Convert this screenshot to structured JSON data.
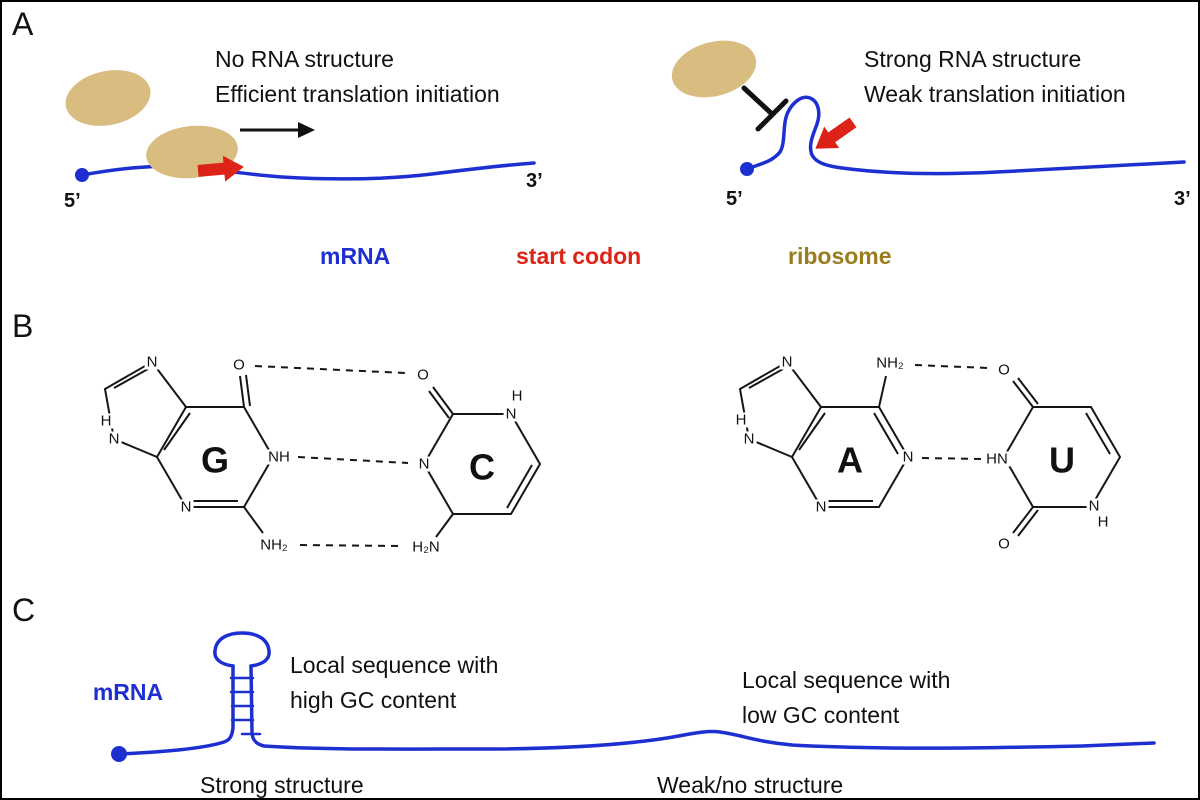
{
  "colors": {
    "mrna_blue": "#1d2fd0",
    "start_codon_red": "#dd2318",
    "ribosome_tan": "#d9bd80",
    "ribosome_label_olive": "#9a7d1e",
    "ink": "#111111"
  },
  "panelA": {
    "label": "A",
    "left": {
      "caption_line1": "No RNA structure",
      "caption_line2": "Efficient translation initiation",
      "five_prime": "5’",
      "three_prime": "3’"
    },
    "right": {
      "caption_line1": "Strong RNA structure",
      "caption_line2": "Weak translation initiation",
      "five_prime": "5’",
      "three_prime": "3’"
    },
    "legend": {
      "mrna": "mRNA",
      "start_codon": "start codon",
      "ribosome": "ribosome"
    }
  },
  "panelB": {
    "label": "B",
    "gc": {
      "g": "G",
      "c": "C",
      "g_n7": "N",
      "g_h9": "H",
      "g_n9": "N",
      "g_n3": "N",
      "g_o6": "O",
      "g_n1h": "NH",
      "g_nh2": "NH₂",
      "c_o2": "O",
      "c_n3": "N",
      "c_h2n": "H₂N",
      "c_n1": "N",
      "c_h1": "H"
    },
    "au": {
      "a": "A",
      "u": "U",
      "a_n7": "N",
      "a_h9": "H",
      "a_n9": "N",
      "a_n3": "N",
      "a_n1": "N",
      "a_nh2": "NH₂",
      "u_o4": "O",
      "u_n3h": "HN",
      "u_o2": "O",
      "u_n1": "N",
      "u_h1": "H"
    }
  },
  "panelC": {
    "label": "C",
    "mrna": "mRNA",
    "high_line1": "Local sequence with",
    "high_line2": "high GC content",
    "low_line1": "Local sequence with",
    "low_line2": "low GC content",
    "strong": "Strong structure",
    "weak": "Weak/no structure"
  }
}
